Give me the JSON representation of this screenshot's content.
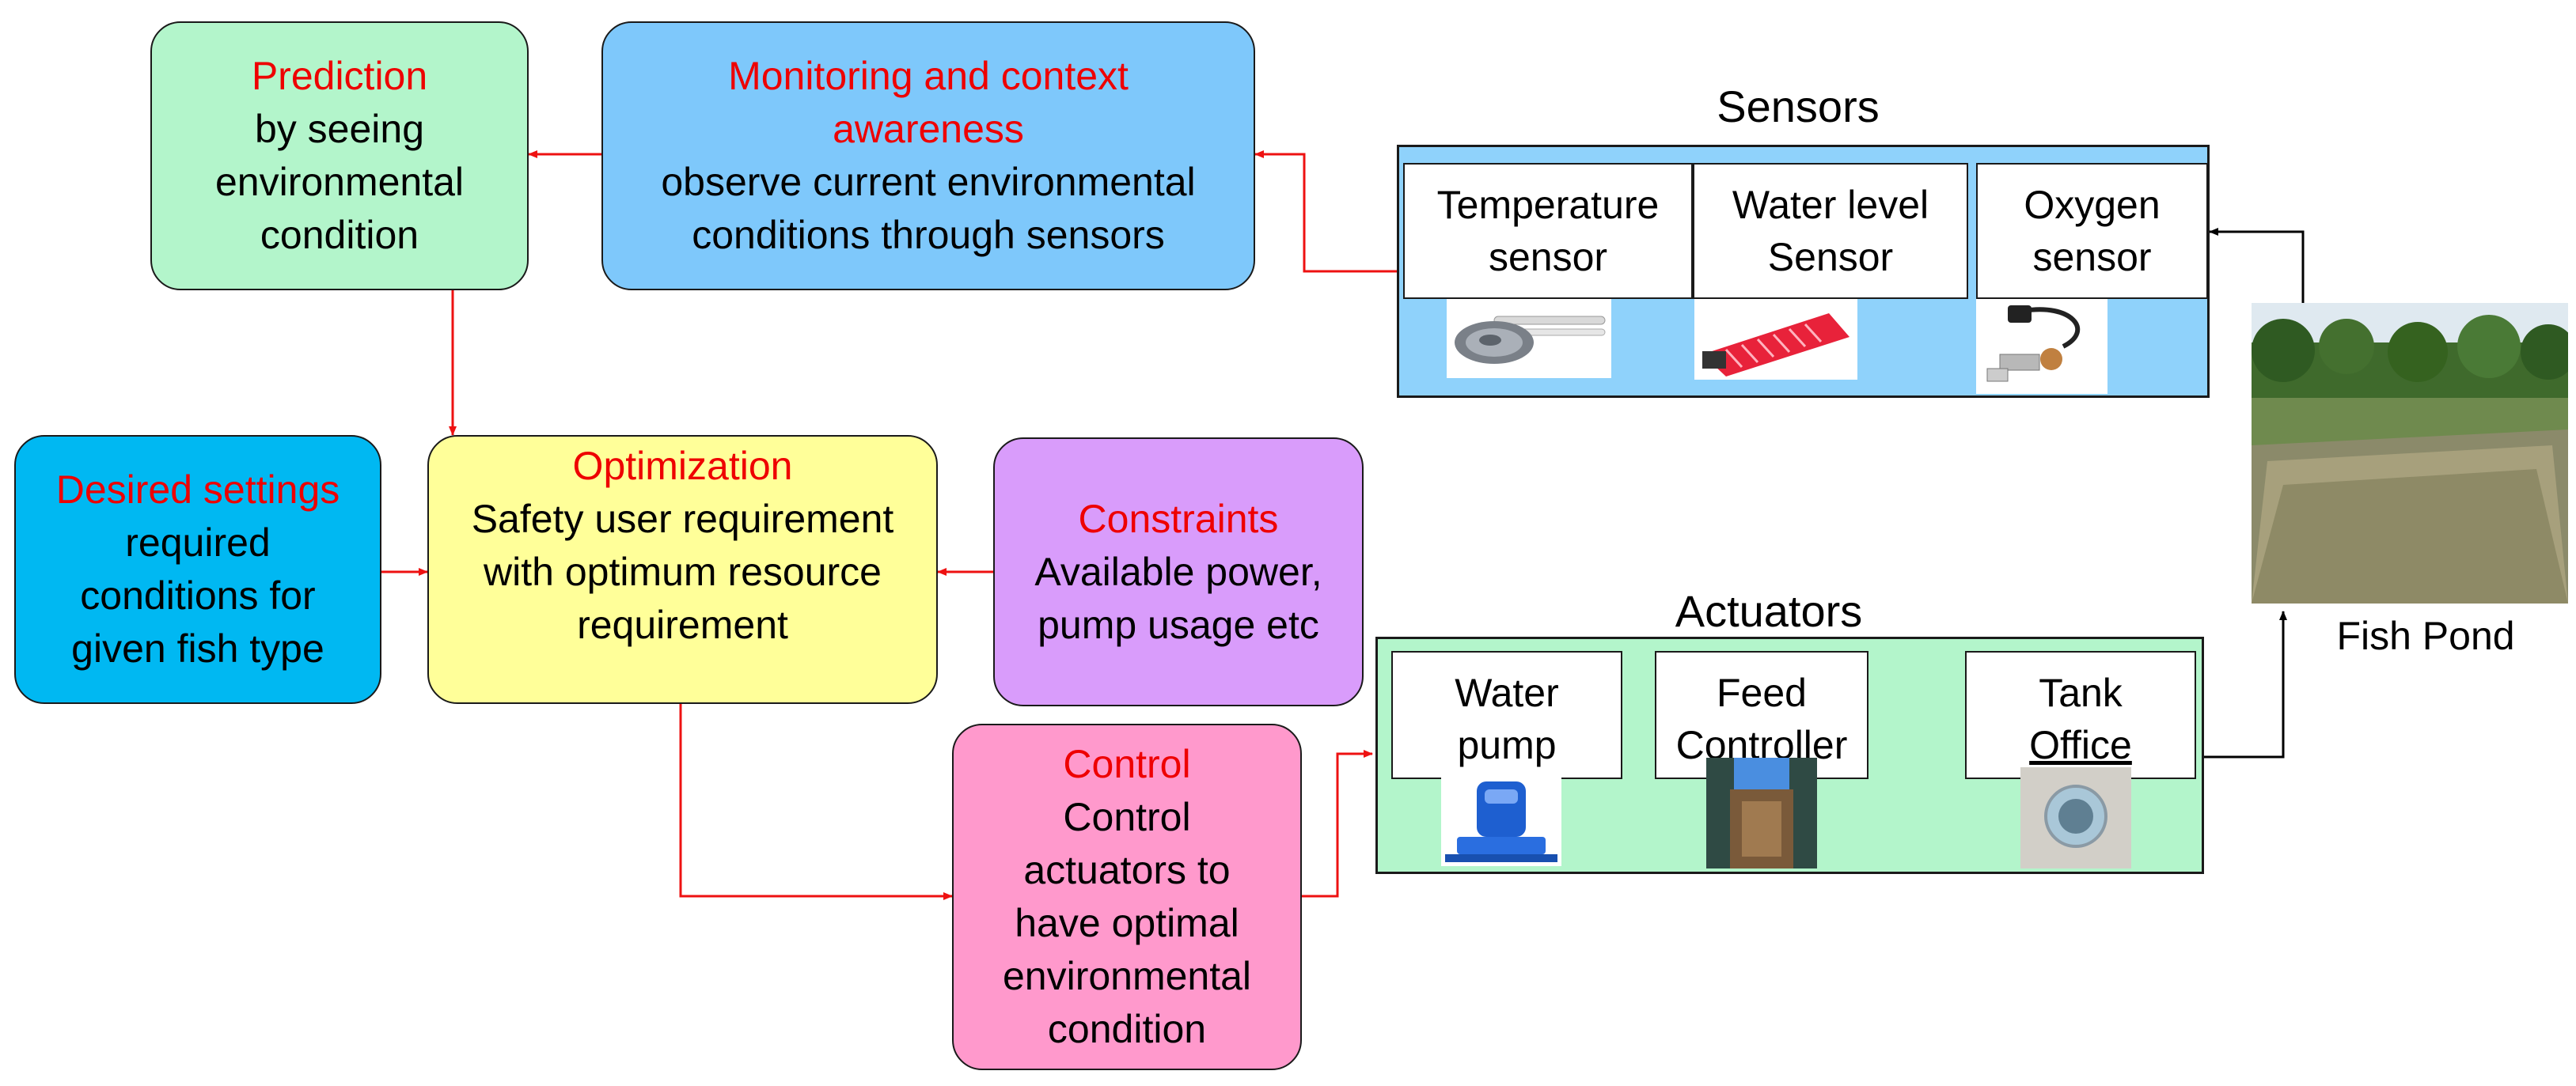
{
  "prediction": {
    "head": "Prediction",
    "lines": [
      "by seeing",
      "environmental",
      "condition"
    ]
  },
  "monitoring": {
    "head1": "Monitoring and context",
    "head2": "awareness",
    "lines": [
      "observe current environmental",
      "conditions through sensors"
    ]
  },
  "desired": {
    "head": "Desired settings",
    "lines": [
      "required",
      "conditions for",
      "given fish type"
    ]
  },
  "optimization": {
    "head": "Optimization",
    "lines": [
      "Safety user requirement",
      "with optimum resource",
      "requirement"
    ]
  },
  "constraints": {
    "head": "Constraints",
    "lines": [
      "Available power,",
      "pump usage etc"
    ]
  },
  "control": {
    "head": "Control",
    "lines": [
      "Control",
      "actuators to",
      "have optimal",
      "environmental",
      "condition"
    ]
  },
  "sensors": {
    "title": "Sensors",
    "items": [
      {
        "line1": "Temperature",
        "line2": "sensor",
        "image": "temperature-sensor-photo"
      },
      {
        "line1": "Water level",
        "line2": "Sensor",
        "image": "water-level-sensor-photo"
      },
      {
        "line1": "Oxygen",
        "line2": "sensor",
        "image": "oxygen-sensor-photo"
      }
    ]
  },
  "actuators": {
    "title": "Actuators",
    "items": [
      {
        "line1": "Water",
        "line2": "pump",
        "image": "water-pump-photo"
      },
      {
        "line1": "Feed",
        "line2": "Controller",
        "image": "feed-controller-photo"
      },
      {
        "line1": "Tank",
        "line2": "Office",
        "image": "tank-office-photo"
      }
    ]
  },
  "pond": {
    "label": "Fish Pond",
    "image": "fish-pond-photo"
  },
  "colors": {
    "prediction": "#b3f5cb",
    "monitoring": "#7ec8fb",
    "desired": "#00b8f2",
    "optimization": "#ffff99",
    "constraints": "#d99cfb",
    "control": "#ff99cc",
    "sensor_panel": "#8fd2fb",
    "actuator_panel": "#b3f5cb",
    "arrow_red": "#ee1111",
    "arrow_black": "#000000",
    "heading_red": "#ee0000"
  }
}
